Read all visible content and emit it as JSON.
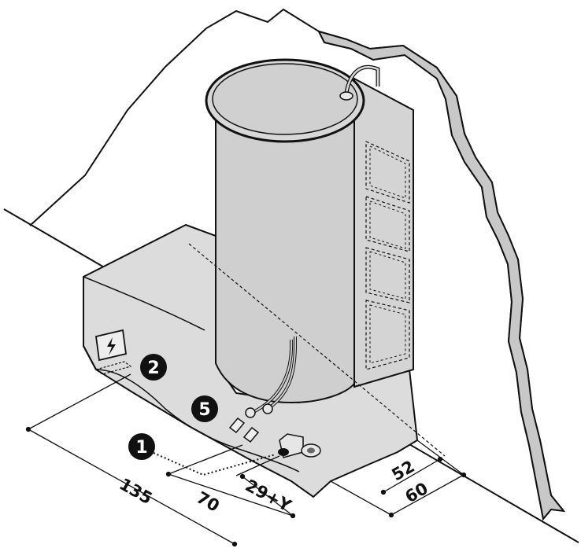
{
  "callouts": {
    "one": "1",
    "two": "2",
    "five": "5"
  },
  "dimensions": {
    "d135": "135",
    "d70": "70",
    "d29y": "29+Y",
    "d52": "52",
    "d60": "60"
  },
  "colors": {
    "body_fill": "#dcdcdc",
    "tank_fill": "#cfcfcf",
    "wall_fill": "#c8c8c8",
    "line": "#111111",
    "badge": "#111111"
  },
  "icons": {
    "electrical_box": "lightning-bolt-icon"
  }
}
